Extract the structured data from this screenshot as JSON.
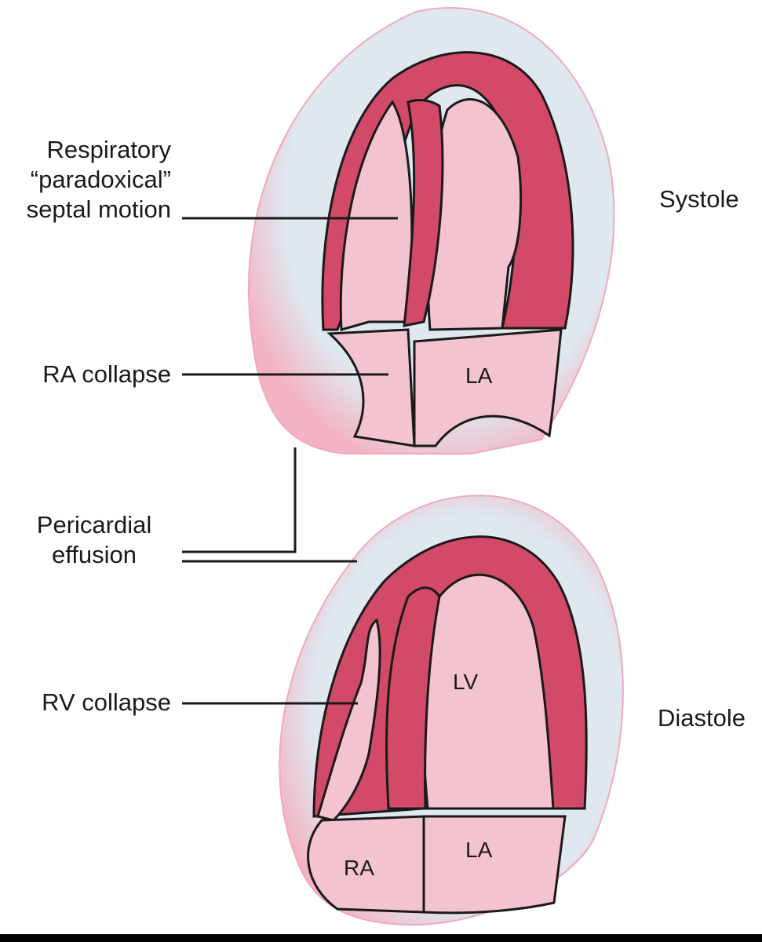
{
  "labels": {
    "respiratory_line1": "Respiratory",
    "respiratory_line2": "“paradoxical”",
    "respiratory_line3": "septal motion",
    "ra_collapse": "RA collapse",
    "pericardial_line1": "Pericardial",
    "pericardial_line2": "effusion",
    "rv_collapse": "RV collapse",
    "systole": "Systole",
    "diastole": "Diastole"
  },
  "chambers": {
    "top_la": "LA",
    "bottom_lv": "LV",
    "bottom_ra": "RA",
    "bottom_la": "LA"
  },
  "colors": {
    "myocardium": "#d24a67",
    "chamber": "#f3c4d0",
    "effusion": "#dfe8ef",
    "pericardium_edge": "#f0a9bb",
    "outline": "#1a1a1a"
  }
}
